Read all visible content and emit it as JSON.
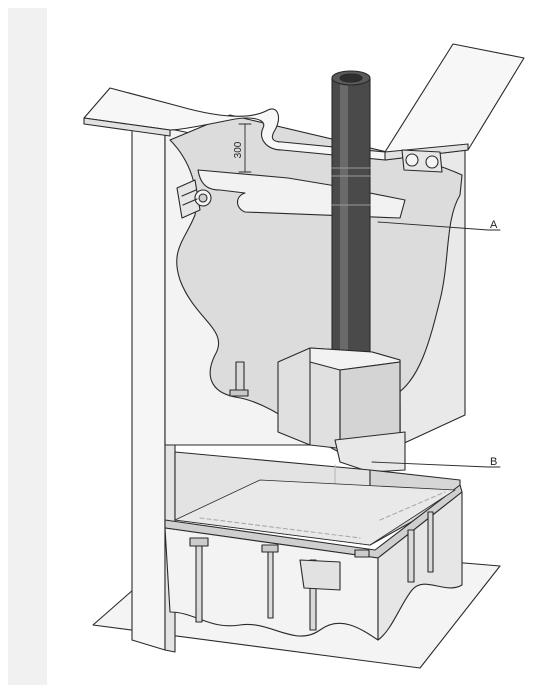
{
  "diagram": {
    "dimension_label": "300",
    "callouts": [
      {
        "id": "A",
        "label": "A"
      },
      {
        "id": "B",
        "label": "B"
      }
    ]
  },
  "colors": {
    "line": "#2a2a2a",
    "panel_fill": "#ececec",
    "panel_light": "#f6f6f6",
    "interior": "#d9d9d9",
    "flue_pipe": "#4a4a4a",
    "flue_highlight": "#6a6a6a",
    "glass": "#e3e3e3",
    "side_strip": "#f1f1f1"
  }
}
